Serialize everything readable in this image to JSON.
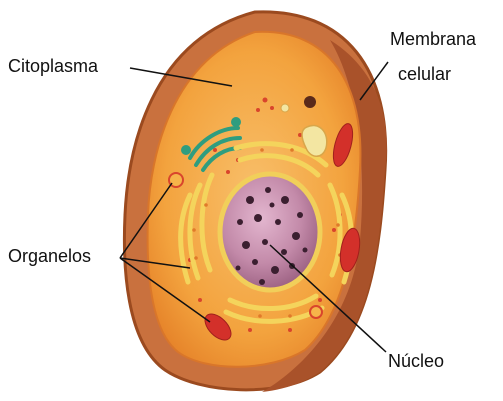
{
  "diagram": {
    "labels": {
      "citoplasma": "Citoplasma",
      "membrana_line1": "Membrana",
      "membrana_line2": "celular",
      "organelos": "Organelos",
      "nucleo": "Núcleo"
    },
    "colors": {
      "membrane_outer": "#c86a3a",
      "membrane_rim": "#a94f24",
      "cytoplasm": "#f2a13a",
      "cytoplasm_light": "#f7b95a",
      "er": "#f6d867",
      "nucleus": "#c88fb0",
      "nucleolus_spots": "#3a2030",
      "mitochondria": "#d42f28",
      "golgi": "#3aa98a",
      "vacuole": "#f3e9a8",
      "leader_line": "#111111"
    }
  }
}
